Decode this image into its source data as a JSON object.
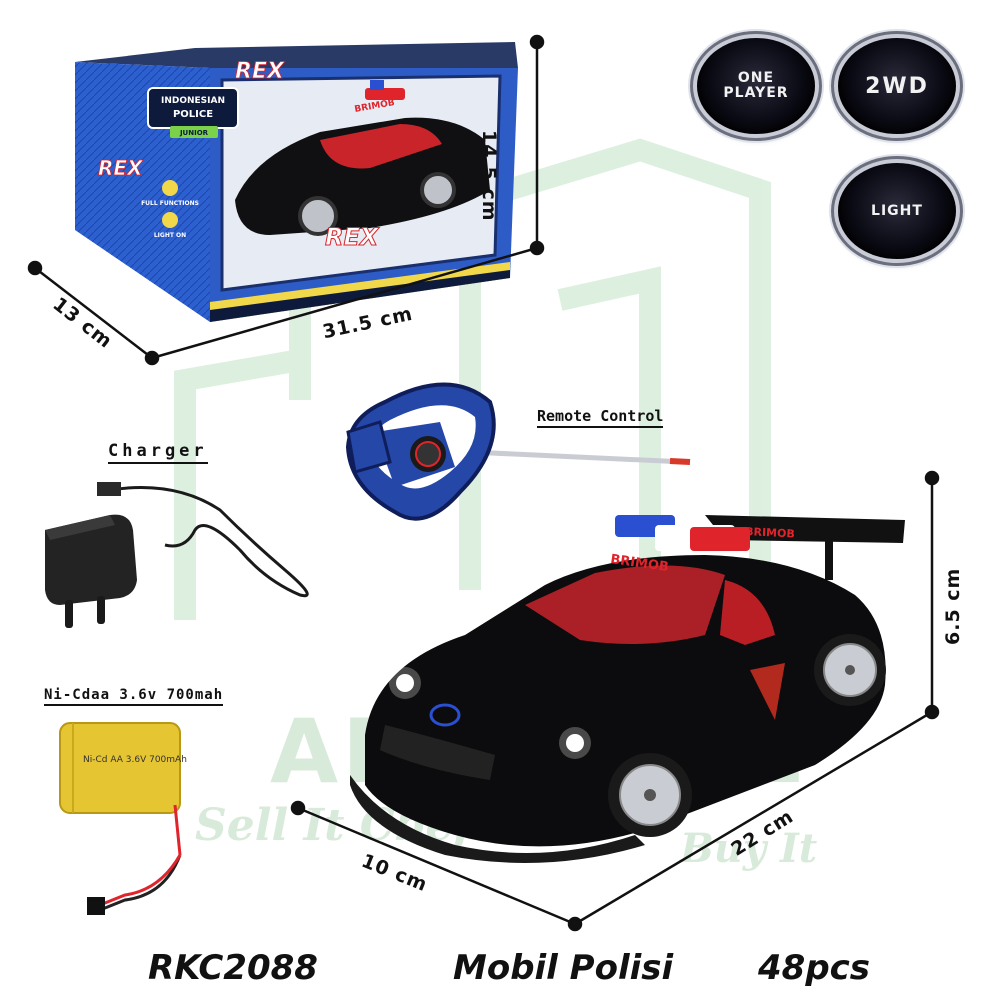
{
  "watermark": {
    "brand": "ADA",
    "brand_tail": "E",
    "tagline": "Sell It Cbef",
    "tagline_tail": "Buy It",
    "color": "#9fd3a5"
  },
  "box": {
    "badge_line1": "INDONESIAN",
    "badge_line2": "POLICE",
    "badge_sub": "JUNIOR",
    "brand": "REX",
    "features": [
      "FULL FUNCTIONS",
      "LIGHT ON"
    ],
    "car_text": "BRIMOB",
    "colors": {
      "box_blue": "#2d5cc6",
      "box_dark": "#0d1a3c",
      "accent_yellow": "#f0d84a"
    }
  },
  "dimensions": {
    "box_height": "14.5 cm",
    "box_depth": "13 cm",
    "box_length": "31.5 cm",
    "car_height": "6.5 cm",
    "car_width": "10 cm",
    "car_length": "22 cm"
  },
  "features": {
    "one_player": "ONE PLAYER",
    "two_wd": "2WD",
    "light": "LIGHT"
  },
  "items": {
    "remote_label": "Remote Control",
    "charger_label": "Charger",
    "battery_label": "Ni-Cdaa 3.6v 700mah",
    "battery_print": "Ni-Cd AA 3.6V 700mAh"
  },
  "car": {
    "roof_text": "BRIMOB",
    "spoiler_text": "BRIMOB",
    "colors": {
      "body": "#0c0c0e",
      "interior": "#c8242a",
      "siren_red": "#e0242c",
      "siren_blue": "#2a4fd0"
    }
  },
  "footer": {
    "model_code": "RKC2088",
    "product_name": "Mobil Polisi",
    "quantity": "48pcs"
  }
}
